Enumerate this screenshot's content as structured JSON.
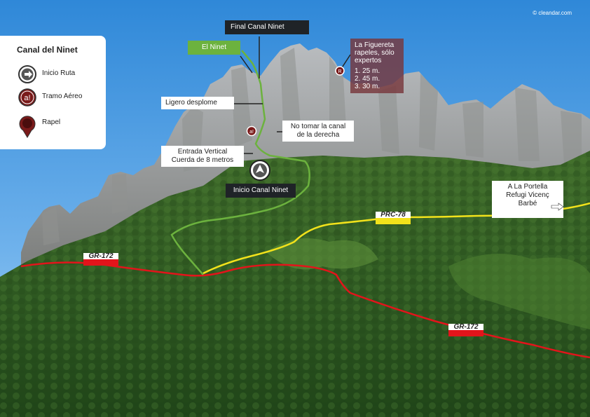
{
  "copyright": "© cleandar.com",
  "legend": {
    "title": "Canal del Ninet",
    "items": [
      {
        "label": "Inicio Ruta",
        "icon": "start-arrow-icon"
      },
      {
        "label": "Tramo Aéreo",
        "icon": "aerial-section-icon"
      },
      {
        "label": "Rapel",
        "icon": "rappel-marker-icon"
      }
    ]
  },
  "labels": {
    "final_canal": "Final Canal Ninet",
    "el_ninet": "El Ninet",
    "figuereta_title_1": "La Figuereta",
    "figuereta_title_2": "rapeles, sólo",
    "figuereta_title_3": "expertos",
    "rapel_1": "1. 25 m.",
    "rapel_2": "2. 45 m.",
    "rapel_3": "3. 30 m.",
    "ligero_desplome": "Ligero desplome",
    "no_tomar_1": "No tomar la canal",
    "no_tomar_2": "de la derecha",
    "entrada_1": "Entrada Vertical",
    "entrada_2": "Cuerda de 8 metros",
    "inicio_canal": "Inicio Canal Ninet",
    "portella_1": "A La Portella",
    "portella_2": "Refugi Vicenç Barbé"
  },
  "trail_badges": {
    "gr_left": "GR-172",
    "gr_right": "GR-172",
    "prc": "PRC-78"
  },
  "icons": {
    "aerial_marker_text": "a!",
    "rappel_marker_text": "R"
  },
  "colors": {
    "route_green": "#6cb23e",
    "trail_gr_red": "#e3141b",
    "trail_prc_yellow": "#f2e21b",
    "rappel_maroon": "#7a1a1a",
    "label_dark": "#1f2327"
  }
}
